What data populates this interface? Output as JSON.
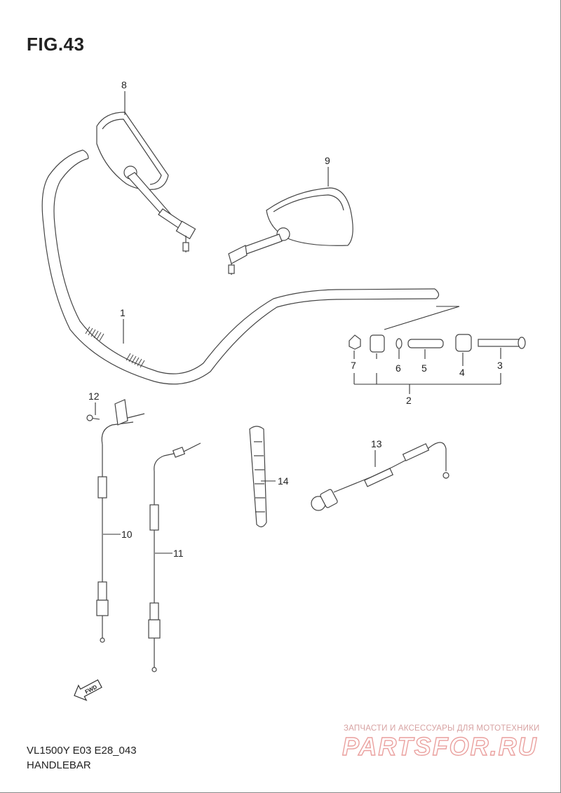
{
  "figure": {
    "title": "FIG.43",
    "model_code": "VL1500Y E03 E28_043",
    "name": "HANDLEBAR"
  },
  "callouts": [
    {
      "id": "1",
      "label": "1"
    },
    {
      "id": "2",
      "label": "2"
    },
    {
      "id": "3",
      "label": "3"
    },
    {
      "id": "4",
      "label": "4"
    },
    {
      "id": "5",
      "label": "5"
    },
    {
      "id": "6",
      "label": "6"
    },
    {
      "id": "7",
      "label": "7"
    },
    {
      "id": "8",
      "label": "8"
    },
    {
      "id": "9",
      "label": "9"
    },
    {
      "id": "10",
      "label": "10"
    },
    {
      "id": "11",
      "label": "11"
    },
    {
      "id": "12",
      "label": "12"
    },
    {
      "id": "13",
      "label": "13"
    },
    {
      "id": "14",
      "label": "14"
    }
  ],
  "direction_arrow": {
    "label": "FWD"
  },
  "watermark": {
    "tagline": "ЗАПЧАСТИ И АКСЕССУАРЫ ДЛЯ МОТОТЕХНИКИ",
    "brand": "PARTSFOR.RU",
    "color": "#d9534f"
  }
}
